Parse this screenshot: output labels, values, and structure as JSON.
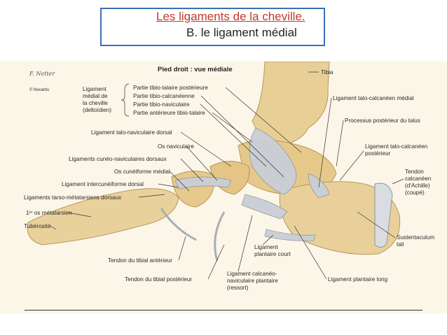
{
  "slide": {
    "title_line1": "Les ligaments de la cheville.",
    "title_line2": "B. le ligament médial"
  },
  "figure": {
    "heading": "Pied droit : vue médiale",
    "signature": "F. Netter",
    "copyright": "© Novartis",
    "labels": {
      "tibia": "Tibia",
      "deltoid_group_1": "Ligament",
      "deltoid_group_2": "médial de",
      "deltoid_group_3": "la cheville",
      "deltoid_group_4": "(deltoïdien)",
      "tibiotalar_post": "Partie tibio-talaire postérieure",
      "tibiocalcaneal": "Partie tibio-calcanéenne",
      "tibionavicular": "Partie tibio-naviculaire",
      "tibiotalar_ant": "Partie antérieure tibio-talaire",
      "talonavicular_dorsal": "Ligament talo-naviculaire dorsal",
      "navicular": "Os naviculaire",
      "cuneonavicular_dorsal": "Ligaments cunéo-naviculaires dorsaux",
      "medial_cuneiform": "Os cunéiforme médial",
      "intercuneiform_dorsal": "Ligament intercunéiforme dorsal",
      "tarsometatarsal_dorsal": "Ligaments tarso-métatarsiens dorsaux",
      "first_metatarsal": "1ᵉʳ os métatarsien",
      "tuberosity": "Tubérosité",
      "tib_ant_tendon": "Tendon du tibial antérieur",
      "tib_post_tendon": "Tendon du tibial postérieur",
      "talocalc_medial": "Ligament talo-calcanéen médial",
      "post_process_talus": "Processus postérieur du talus",
      "talocalc_post_1": "Ligament talo-calcanéen",
      "talocalc_post_2": "postérieur",
      "calc_tendon_1": "Tendon",
      "calc_tendon_2": "calcanéen",
      "calc_tendon_3": "(d'Achille)",
      "calc_tendon_4": "(coupé)",
      "sustentaculum_1": "Sustentaculum",
      "sustentaculum_2": "tali",
      "long_plantar": "Ligament plantaire long",
      "short_plantar_1": "Ligament",
      "short_plantar_2": "plantaire court",
      "spring_1": "Ligament calcanéo-",
      "spring_2": "naviculaire plantaire",
      "spring_3": "(ressort)"
    }
  },
  "colors": {
    "title_red": "#c0392b",
    "border_blue": "#3b6fb6",
    "bone": "#e8cf95",
    "ligament": "#c9cfd6"
  }
}
